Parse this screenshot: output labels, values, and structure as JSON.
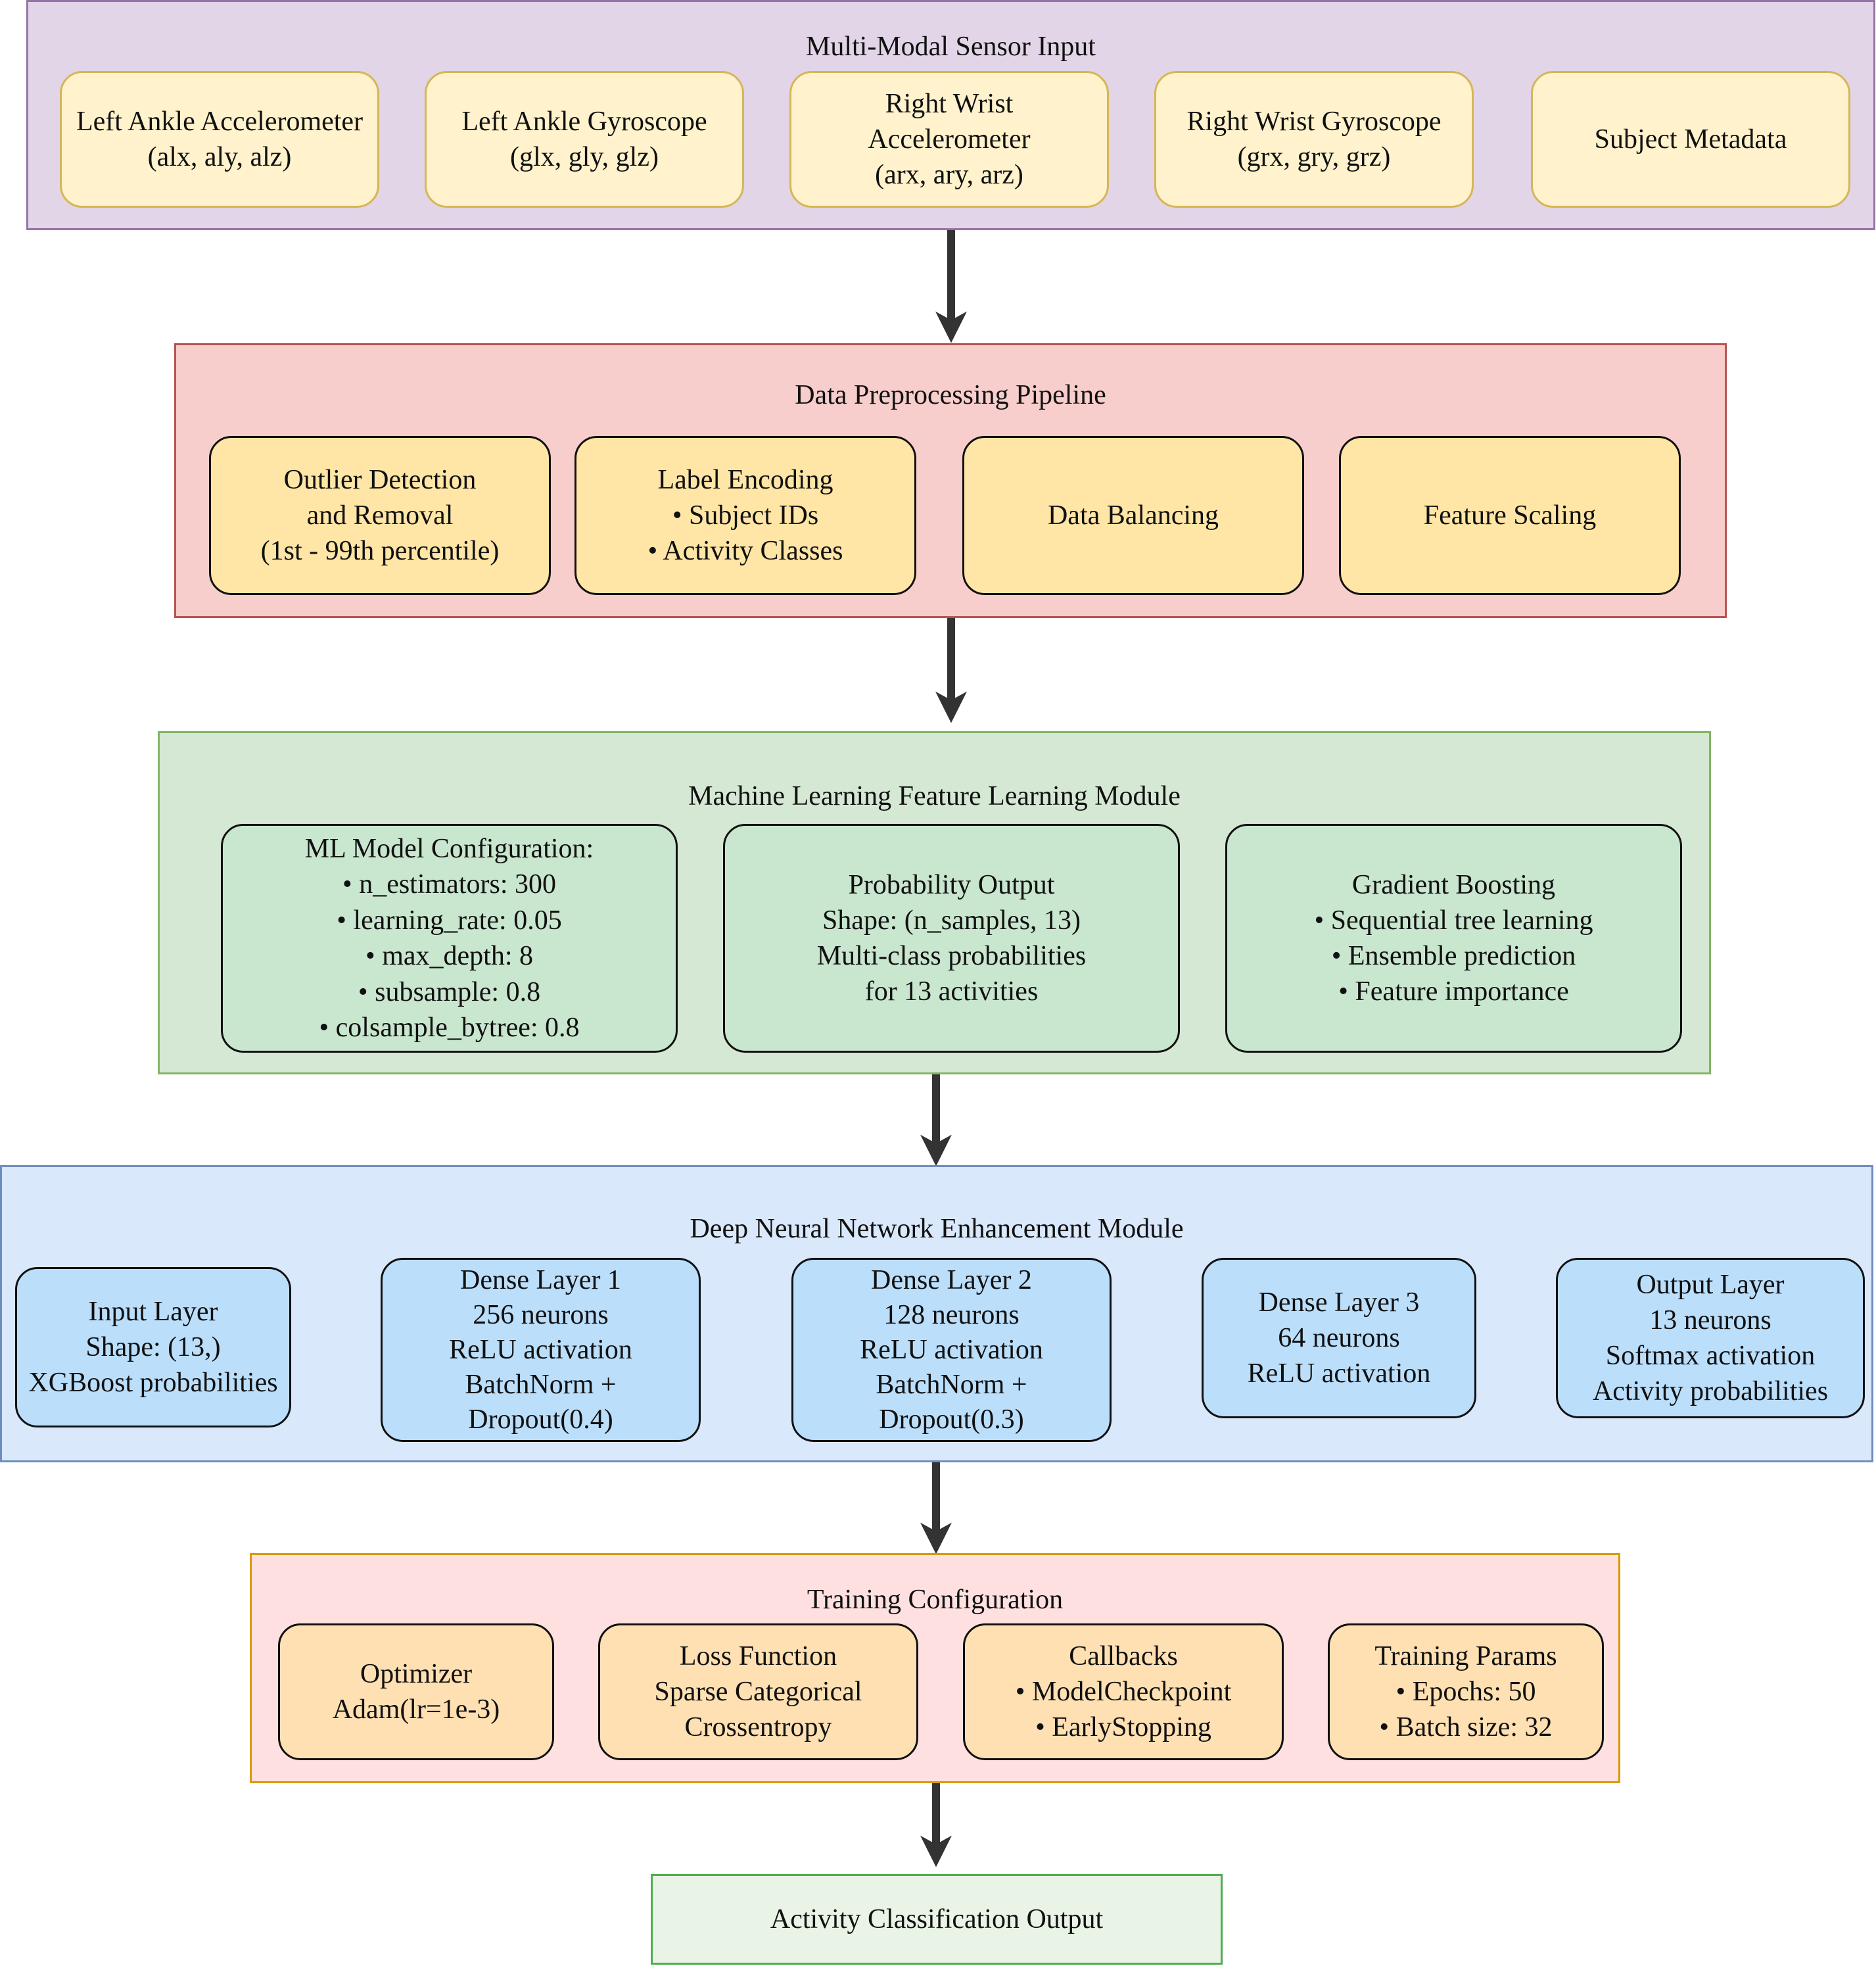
{
  "input_panel": {
    "title": "Multi-Modal Sensor Input",
    "boxes": [
      {
        "lines": [
          "Left Ankle Accelerometer",
          "(alx, aly, alz)"
        ]
      },
      {
        "lines": [
          "Left Ankle Gyroscope",
          "(glx, gly, glz)"
        ]
      },
      {
        "lines": [
          "Right Wrist",
          "Accelerometer",
          "(arx, ary, arz)"
        ]
      },
      {
        "lines": [
          "Right Wrist Gyroscope",
          "(grx, gry, grz)"
        ]
      },
      {
        "lines": [
          "Subject Metadata"
        ]
      }
    ]
  },
  "preprocessing_panel": {
    "title": "Data Preprocessing Pipeline",
    "boxes": [
      {
        "lines": [
          "Outlier Detection",
          "and Removal",
          "(1st - 99th percentile)"
        ]
      },
      {
        "lines": [
          "Label Encoding",
          "• Subject IDs",
          "• Activity Classes"
        ]
      },
      {
        "lines": [
          "Data Balancing"
        ]
      },
      {
        "lines": [
          "Feature Scaling"
        ]
      }
    ]
  },
  "ml_panel": {
    "title": "Machine Learning Feature Learning Module",
    "boxes": [
      {
        "lines": [
          "ML Model Configuration:",
          "• n_estimators: 300",
          "• learning_rate: 0.05",
          "• max_depth: 8",
          "• subsample: 0.8",
          "• colsample_bytree: 0.8"
        ]
      },
      {
        "lines": [
          "Probability Output",
          "Shape: (n_samples, 13)",
          "Multi-class probabilities",
          "for 13 activities"
        ]
      },
      {
        "lines": [
          "Gradient Boosting",
          "• Sequential tree learning",
          "• Ensemble prediction",
          "• Feature importance"
        ]
      }
    ]
  },
  "dnn_panel": {
    "title": "Deep Neural Network Enhancement Module",
    "boxes": [
      {
        "lines": [
          "Input Layer",
          "Shape: (13,)",
          "XGBoost probabilities"
        ]
      },
      {
        "lines": [
          "Dense Layer 1",
          "256 neurons",
          "ReLU activation",
          "BatchNorm +",
          "Dropout(0.4)"
        ]
      },
      {
        "lines": [
          "Dense Layer 2",
          "128 neurons",
          "ReLU activation",
          "BatchNorm +",
          "Dropout(0.3)"
        ]
      },
      {
        "lines": [
          "Dense Layer 3",
          "64 neurons",
          "ReLU activation"
        ]
      },
      {
        "lines": [
          "Output Layer",
          "13 neurons",
          "Softmax activation",
          "Activity probabilities"
        ]
      }
    ]
  },
  "training_panel": {
    "title": "Training Configuration",
    "boxes": [
      {
        "lines": [
          "Optimizer",
          "Adam(lr=1e-3)"
        ]
      },
      {
        "lines": [
          "Loss Function",
          "Sparse Categorical",
          "Crossentropy"
        ]
      },
      {
        "lines": [
          "Callbacks",
          "• ModelCheckpoint",
          "• EarlyStopping"
        ]
      },
      {
        "lines": [
          "Training Params",
          "• Epochs: 50",
          "• Batch size: 32"
        ]
      }
    ]
  },
  "output_panel": {
    "title": "Activity Classification Output"
  }
}
